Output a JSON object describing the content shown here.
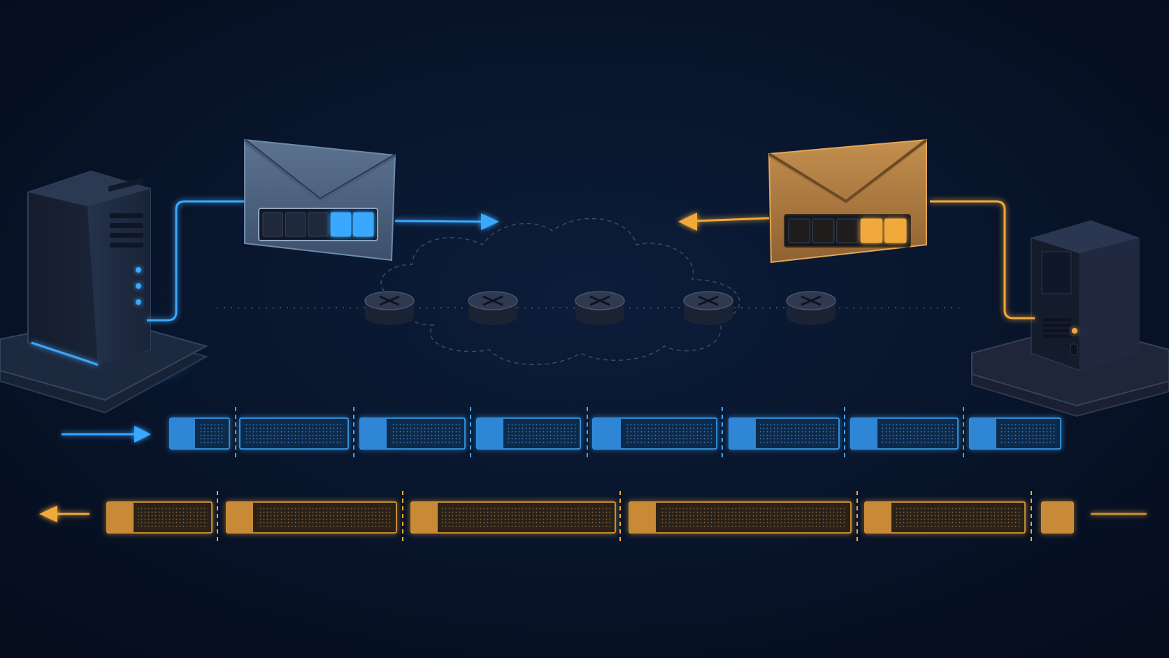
{
  "colors": {
    "background": "#071227",
    "blue_accent": "#3aa8ff",
    "blue_fill": "#2f86d6",
    "orange_accent": "#f2a93b",
    "orange_fill": "#c98a38",
    "router": "#2a3447",
    "cloud_outline": "#3b4b66"
  },
  "icons": {
    "left_server": "server-tower-icon",
    "right_server": "server-tower-icon",
    "left_envelope": "envelope-icon",
    "right_envelope": "envelope-icon",
    "router": "router-icon",
    "cloud": "cloud-icon"
  },
  "left_envelope_indicator": {
    "cells": 5,
    "lit": 2
  },
  "right_envelope_indicator": {
    "cells": 5,
    "lit": 2
  },
  "routers": 5,
  "blue_stream": {
    "packets": 8
  },
  "orange_stream": {
    "packets": 6
  }
}
